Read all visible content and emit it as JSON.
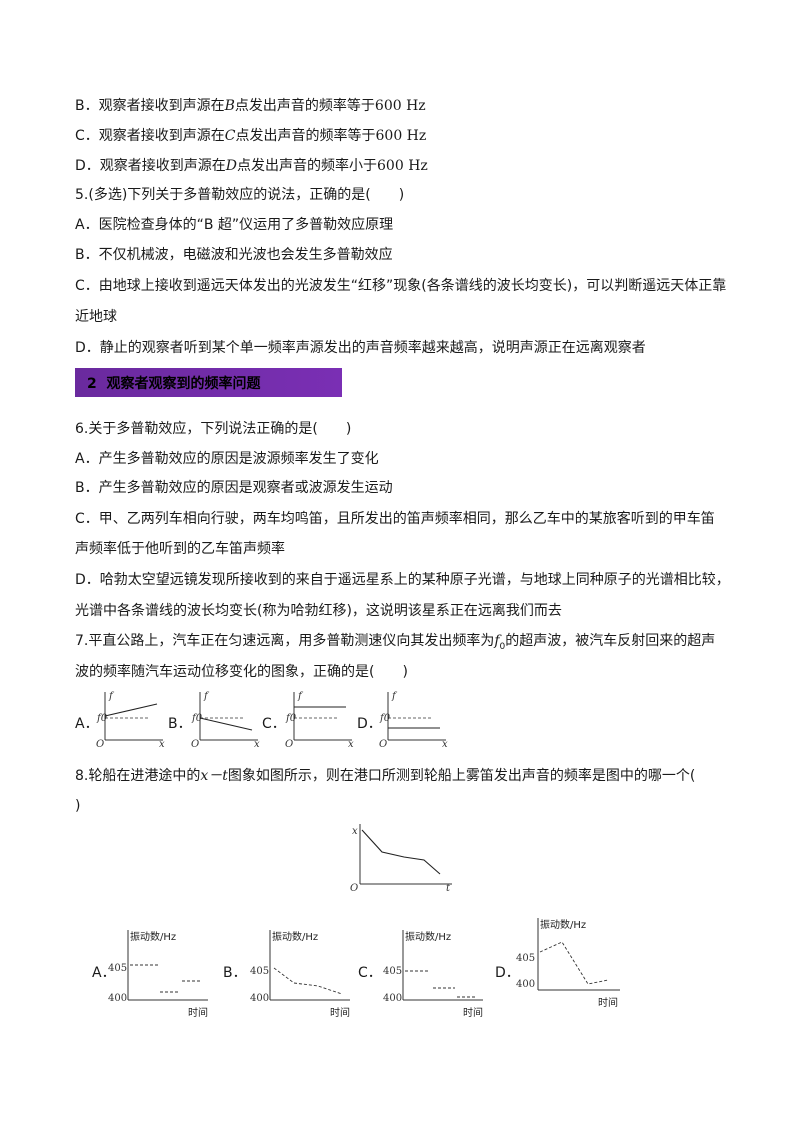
{
  "lines": {
    "q4_b": "B．观察者接收到声源在",
    "q4_b_var": "B",
    "q4_b_tail": "点发出声音的频率等于",
    "q4_b_val": "600 Hz",
    "q4_c": "C．观察者接收到声源在",
    "q4_c_var": "C",
    "q4_c_tail": "点发出声音的频率等于",
    "q4_c_val": "600 Hz",
    "q4_d": "D．观察者接收到声源在",
    "q4_d_var": "D",
    "q4_d_tail": "点发出声音的频率小于",
    "q4_d_val": "600 Hz",
    "q5_stem": "5.(多选)下列关于多普勒效应的说法，正确的是(　　)",
    "q5_a": "A．医院检查身体的“B 超”仪运用了多普勒效应原理",
    "q5_b": "B．不仅机械波，电磁波和光波也会发生多普勒效应",
    "q5_c1": "C．由地球上接收到遥远天体发出的光波发生“红移”现象(各条谱线的波长均变长)，可以判断遥远天体正靠",
    "q5_c2": "近地球",
    "q5_d": "D．静止的观察者听到某个单一频率声源发出的声音频率越来越高，说明声源正在远离观察者",
    "q6_stem": "6.关于多普勒效应，下列说法正确的是(　　)",
    "q6_a": "A．产生多普勒效应的原因是波源频率发生了变化",
    "q6_b": "B．产生多普勒效应的原因是观察者或波源发生运动",
    "q6_c1": "C．甲、乙两列车相向行驶，两车均鸣笛，且所发出的笛声频率相同，那么乙车中的某旅客听到的甲车笛",
    "q6_c2": "声频率低于他听到的乙车笛声频率",
    "q6_d1": "D．哈勃太空望远镜发现所接收到的来自于遥远星系上的某种原子光谱，与地球上同种原子的光谱相比较，",
    "q6_d2": "光谱中各条谱线的波长均变长(称为哈勃红移)，这说明该星系正在远离我们而去",
    "q7_stem1a": "7.平直公路上，汽车正在匀速远离，用多普勒测速仪向其发出频率为",
    "q7_f0": "f",
    "q7_f0_sub": "0",
    "q7_stem1b": "的超声波，被汽车反射回来的超声",
    "q7_stem2": "波的频率随汽车运动位移变化的图象，正确的是(　　)",
    "q8_stem1a": "8.轮船在进港途中的",
    "q8_xt": "x－t",
    "q8_stem1b": "图象如图所示，则在港口所测到轮船上雾笛发出声音的频率是图中的哪一个(",
    "q8_stem2": ")"
  },
  "section": {
    "number": "2",
    "title": "观察者观察到的频率问题"
  },
  "q7_options": [
    {
      "label": "A．",
      "axis_y": "f",
      "axis_x": "x",
      "origin": "O",
      "f0": "f0",
      "trend": "increasing"
    },
    {
      "label": "B．",
      "axis_y": "f",
      "axis_x": "x",
      "origin": "O",
      "f0": "f0",
      "trend": "decreasing"
    },
    {
      "label": "C．",
      "axis_y": "f",
      "axis_x": "x",
      "origin": "O",
      "f0": "f0",
      "trend": "constant-above"
    },
    {
      "label": "D．",
      "axis_y": "f",
      "axis_x": "x",
      "origin": "O",
      "f0": "f0",
      "trend": "constant-below"
    }
  ],
  "q8_xt_graph": {
    "axis_y": "x",
    "axis_x": "t",
    "origin": "O"
  },
  "q8_options": [
    {
      "label": "A．",
      "ylabel": "振动数/Hz",
      "xlabel": "时间",
      "tick_high": "405",
      "tick_low": "400"
    },
    {
      "label": "B．",
      "ylabel": "振动数/Hz",
      "xlabel": "时间",
      "tick_high": "405",
      "tick_low": "400"
    },
    {
      "label": "C．",
      "ylabel": "振动数/Hz",
      "xlabel": "时间",
      "tick_high": "405",
      "tick_low": "400"
    },
    {
      "label": "D．",
      "ylabel": "振动数/Hz",
      "xlabel": "时间",
      "tick_high": "405",
      "tick_low": "400"
    }
  ],
  "colors": {
    "banner": "#7030a0",
    "text": "#1a1a1a"
  }
}
